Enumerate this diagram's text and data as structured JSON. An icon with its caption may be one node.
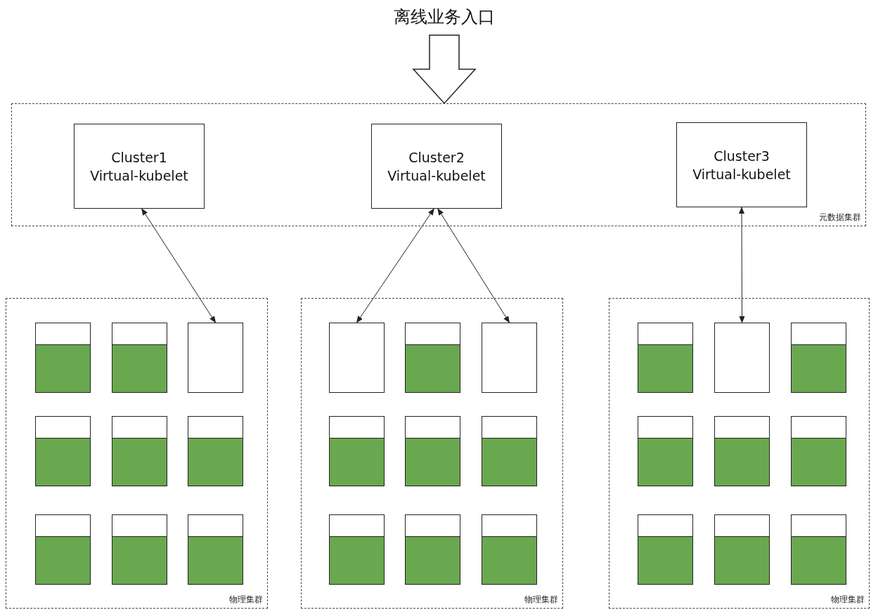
{
  "diagram": {
    "nodes": [
      {
        "text": [
          "离线业务入口"
        ]
      },
      {
        "text": [
          "元数据集群"
        ]
      },
      {
        "text": [
          "Cluster1 Virtual-kubelet"
        ],
        "in": 1
      },
      {
        "text": [
          "Cluster2 Virtual-kubelet"
        ],
        "in": 1
      },
      {
        "text": [
          "Cluster3 Virtual-kubelet"
        ],
        "in": 1
      },
      {
        "text": [
          "物理集群"
        ]
      },
      {
        "text": [],
        "shape": "box",
        "in": 5
      },
      {
        "text": [],
        "shape": "box",
        "in": 5
      },
      {
        "text": [],
        "shape": "box",
        "in": 5
      },
      {
        "text": [],
        "shape": "box",
        "in": 5
      },
      {
        "text": [],
        "shape": "box",
        "in": 5
      },
      {
        "text": [],
        "shape": "box",
        "in": 5
      },
      {
        "text": [],
        "shape": "box",
        "in": 5
      },
      {
        "text": [],
        "shape": "box",
        "in": 5
      },
      {
        "text": [],
        "shape": "box",
        "in": 5
      },
      {
        "text": [
          "物理集群"
        ]
      },
      {
        "text": [],
        "shape": "box",
        "in": 15
      },
      {
        "text": [],
        "shape": "box",
        "in": 15
      },
      {
        "text": [],
        "shape": "box",
        "in": 15
      },
      {
        "text": [],
        "shape": "box",
        "in": 15
      },
      {
        "text": [],
        "shape": "box",
        "in": 15
      },
      {
        "text": [],
        "shape": "box",
        "in": 15
      },
      {
        "text": [],
        "shape": "box",
        "in": 15
      },
      {
        "text": [],
        "shape": "box",
        "in": 15
      },
      {
        "text": [],
        "shape": "box",
        "in": 15
      },
      {
        "text": [
          "物理集群"
        ]
      },
      {
        "text": [],
        "shape": "box",
        "in": 25
      },
      {
        "text": [],
        "shape": "box",
        "in": 25
      },
      {
        "text": [],
        "shape": "box",
        "in": 25
      },
      {
        "text": [],
        "shape": "box",
        "in": 25
      },
      {
        "text": [],
        "shape": "box",
        "in": 25
      },
      {
        "text": [],
        "shape": "box",
        "in": 25
      },
      {
        "text": [],
        "shape": "box",
        "in": 25
      },
      {
        "text": [],
        "shape": "box",
        "in": 25
      },
      {
        "text": [],
        "shape": "box",
        "in": 25
      }
    ],
    "edges": [
      {
        "from": 0,
        "to": 1,
        "arrow": "to"
      },
      {
        "from": 2,
        "to": 8,
        "arrow": "both"
      },
      {
        "from": 3,
        "to": 16,
        "arrow": "both"
      },
      {
        "from": 3,
        "to": 18,
        "arrow": "both"
      },
      {
        "from": 4,
        "to": 27,
        "arrow": "both"
      }
    ]
  }
}
